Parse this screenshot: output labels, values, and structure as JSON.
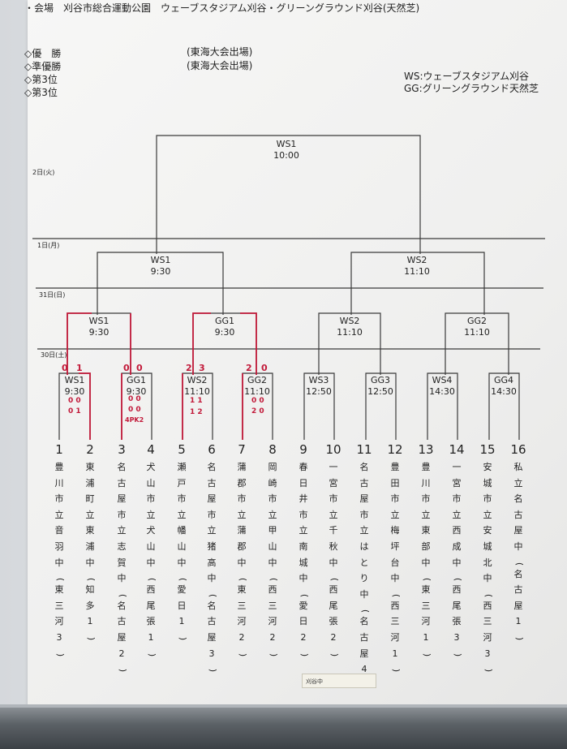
{
  "header": {
    "venue": "・会場　刈谷市総合運動公園　ウェーブスタジアム刈谷・グリーングラウンド刈谷(天然芝)"
  },
  "results": {
    "items": [
      "◇優　勝",
      "◇準優勝",
      "◇第3位",
      "◇第3位"
    ],
    "tokai": [
      "(東海大会出場)",
      "(東海大会出場)"
    ]
  },
  "legend": {
    "ws": "WS:ウェーブスタジアム刈谷",
    "gg": "GG:グリーングラウンド天然芝"
  },
  "days": {
    "d2": "2日(火)",
    "d1": "1日(月)",
    "d31": "31日(日)",
    "d30": "30日(土)"
  },
  "matches": {
    "final": {
      "venue": "WS1",
      "time": "10:00"
    },
    "semi1": {
      "venue": "WS1",
      "time": "9:30"
    },
    "semi2": {
      "venue": "WS2",
      "time": "11:10"
    },
    "qf1": {
      "venue": "WS1",
      "time": "9:30"
    },
    "qf2": {
      "venue": "GG1",
      "time": "9:30"
    },
    "qf3": {
      "venue": "WS2",
      "time": "11:10"
    },
    "qf4": {
      "venue": "GG2",
      "time": "11:10"
    },
    "r1": {
      "venue": "WS1",
      "time": "9:30"
    },
    "r2": {
      "venue": "GG1",
      "time": "9:30"
    },
    "r3": {
      "venue": "WS2",
      "time": "11:10"
    },
    "r4": {
      "venue": "GG2",
      "time": "11:10"
    },
    "r5": {
      "venue": "WS3",
      "time": "12:50"
    },
    "r6": {
      "venue": "GG3",
      "time": "12:50"
    },
    "r7": {
      "venue": "WS4",
      "time": "14:30"
    },
    "r8": {
      "venue": "GG4",
      "time": "14:30"
    }
  },
  "handwritten": {
    "qf1_left": "0",
    "qf1_right": "1",
    "qf2_left": "0",
    "qf2_right": "0",
    "qf3_left": "2",
    "qf3_right": "3",
    "qf4_left": "2",
    "qf4_right": "0",
    "r1_a": "0 0",
    "r1_b": "0 1",
    "r2_a": "0 0",
    "r2_b": "0 0",
    "r2_pk": "4PK2",
    "r3_a": "1 1",
    "r3_b": "1 2",
    "r4_a": "0 0",
    "r4_b": "2 0"
  },
  "schools": [
    {
      "num": "1",
      "name": "豊川市立音羽中(東三河3)"
    },
    {
      "num": "2",
      "name": "東浦町立東浦中(知多1)"
    },
    {
      "num": "3",
      "name": "名古屋市立志賀中(名古屋2)"
    },
    {
      "num": "4",
      "name": "犬山市立犬山中(西尾張1)"
    },
    {
      "num": "5",
      "name": "瀬戸市立幡山中(愛日1)"
    },
    {
      "num": "6",
      "name": "名古屋市立猪高中(名古屋3)"
    },
    {
      "num": "7",
      "name": "蒲郡市立蒲郡中(東三河2)"
    },
    {
      "num": "8",
      "name": "岡崎市立甲山中(西三河2)"
    },
    {
      "num": "9",
      "name": "春日井市立南城中(愛日2)"
    },
    {
      "num": "10",
      "name": "一宮市立千秋中(西尾張2)"
    },
    {
      "num": "11",
      "name": "名古屋市立はとり中(名古屋4)"
    },
    {
      "num": "12",
      "name": "豊田市立梅坪台中(西三河1)"
    },
    {
      "num": "13",
      "name": "豊川市立東部中(東三河1)"
    },
    {
      "num": "14",
      "name": "一宮市立西成中(西尾張3)"
    },
    {
      "num": "15",
      "name": "安城市立安城北中(西三河3)"
    },
    {
      "num": "16",
      "name": "私立名古屋中(名古屋1)"
    }
  ],
  "tag": {
    "text": "刈谷中"
  },
  "colors": {
    "line": "#3a3a3a",
    "red": "#c21a3a"
  }
}
